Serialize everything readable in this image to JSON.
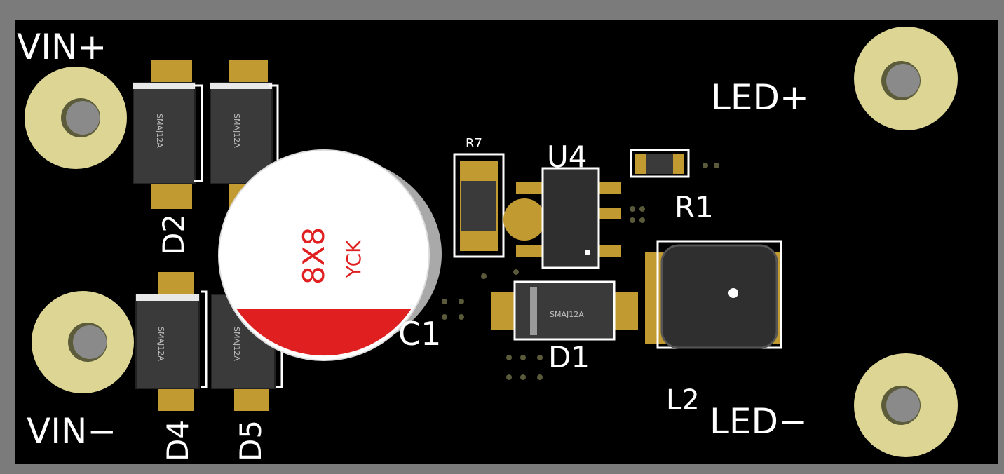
{
  "colors": {
    "frame": "#7b7b7b",
    "board": "#000000",
    "pad_gold": "#c29a32",
    "pad_ring": "#dcd594",
    "silkscreen": "#ffffff",
    "cap_stripe": "#e02020",
    "cap_text": "#e02020"
  },
  "labels": {
    "vin_plus": "VIN+",
    "vin_minus": "VIN−",
    "led_plus": "LED+",
    "led_minus": "LED−",
    "d1": "D1",
    "d2": "D2",
    "d4": "D4",
    "d5": "D5",
    "c1": "C1",
    "r1": "R1",
    "r7": "R7",
    "u4": "U4",
    "l2": "L2"
  },
  "part_markings": {
    "d1": "SMAJ12A",
    "d2_top": "SMAJ12A",
    "d2_bottom": "SMAJ12A",
    "d4": "SMAJ12A",
    "d5": "SMAJ12A",
    "c1_size": "8X8",
    "c1_brand": "YCK"
  },
  "icons": [
    "mounting-hole-icon",
    "via-icon"
  ]
}
